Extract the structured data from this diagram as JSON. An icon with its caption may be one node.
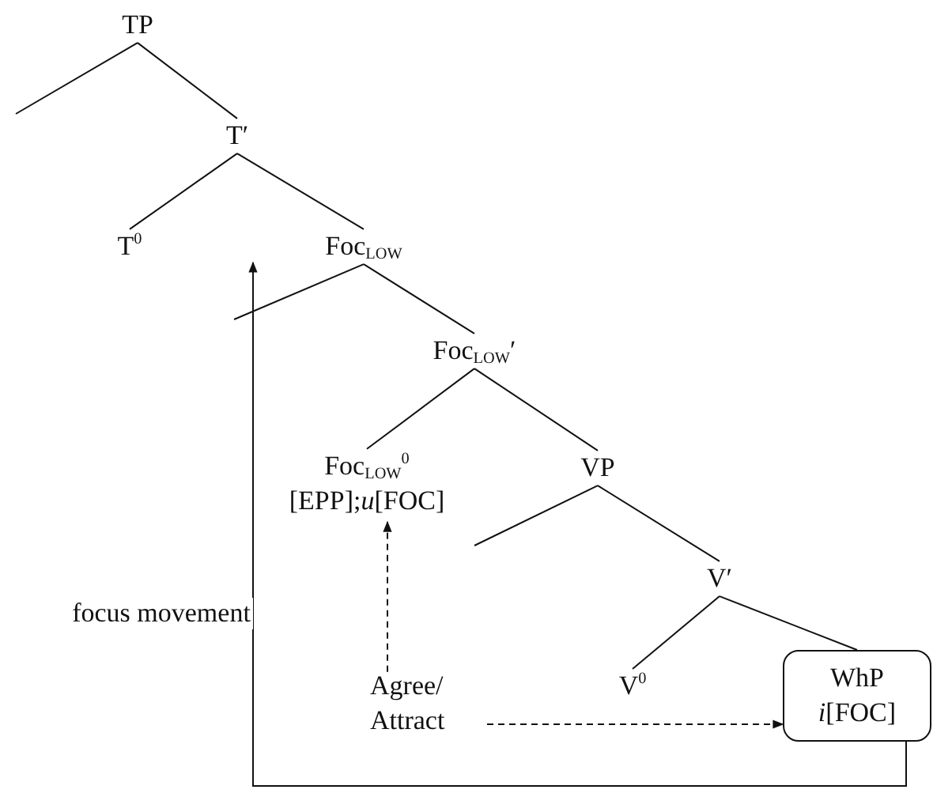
{
  "diagram": {
    "nodes": [
      {
        "text": [
          "TP"
        ]
      },
      {
        "text": [
          "T′"
        ]
      },
      {
        "text": [
          "T$^{0}$"
        ]
      },
      {
        "text": [
          "Foc$_{LOW}$"
        ]
      },
      {
        "text": [
          "Foc$_{LOW}$′"
        ]
      },
      {
        "text": [
          "Foc$_{LOW}$$^{0}$",
          "[EPP];*u*[FOC]"
        ]
      },
      {
        "text": [
          "VP"
        ]
      },
      {
        "text": [
          "V′"
        ]
      },
      {
        "text": [
          "V$^{0}$"
        ]
      },
      {
        "text": [
          "Agree/ Attract"
        ]
      },
      {
        "text": [
          "WhP",
          "*i*[FOC]"
        ]
      }
    ],
    "edges": [
      {
        "from": 0,
        "to": null,
        "arrow": "none"
      },
      {
        "from": 0,
        "to": 1,
        "arrow": "none"
      },
      {
        "from": 1,
        "to": 2,
        "arrow": "none"
      },
      {
        "from": 1,
        "to": 3,
        "arrow": "none"
      },
      {
        "from": 3,
        "to": null,
        "arrow": "none"
      },
      {
        "from": 3,
        "to": 4,
        "arrow": "none"
      },
      {
        "from": 4,
        "to": 5,
        "arrow": "none"
      },
      {
        "from": 4,
        "to": 6,
        "arrow": "none"
      },
      {
        "from": 6,
        "to": null,
        "arrow": "none"
      },
      {
        "from": 6,
        "to": 7,
        "arrow": "none"
      },
      {
        "from": 7,
        "to": 8,
        "arrow": "none"
      },
      {
        "from": 7,
        "to": 10,
        "arrow": "none"
      },
      {
        "from": 9,
        "to": 5,
        "arrow": "to",
        "style": "dashed"
      },
      {
        "from": 9,
        "to": 10,
        "arrow": "to",
        "style": "dashed"
      },
      {
        "from": 10,
        "to": null,
        "arrow": "to",
        "label": "focus movement"
      }
    ]
  }
}
